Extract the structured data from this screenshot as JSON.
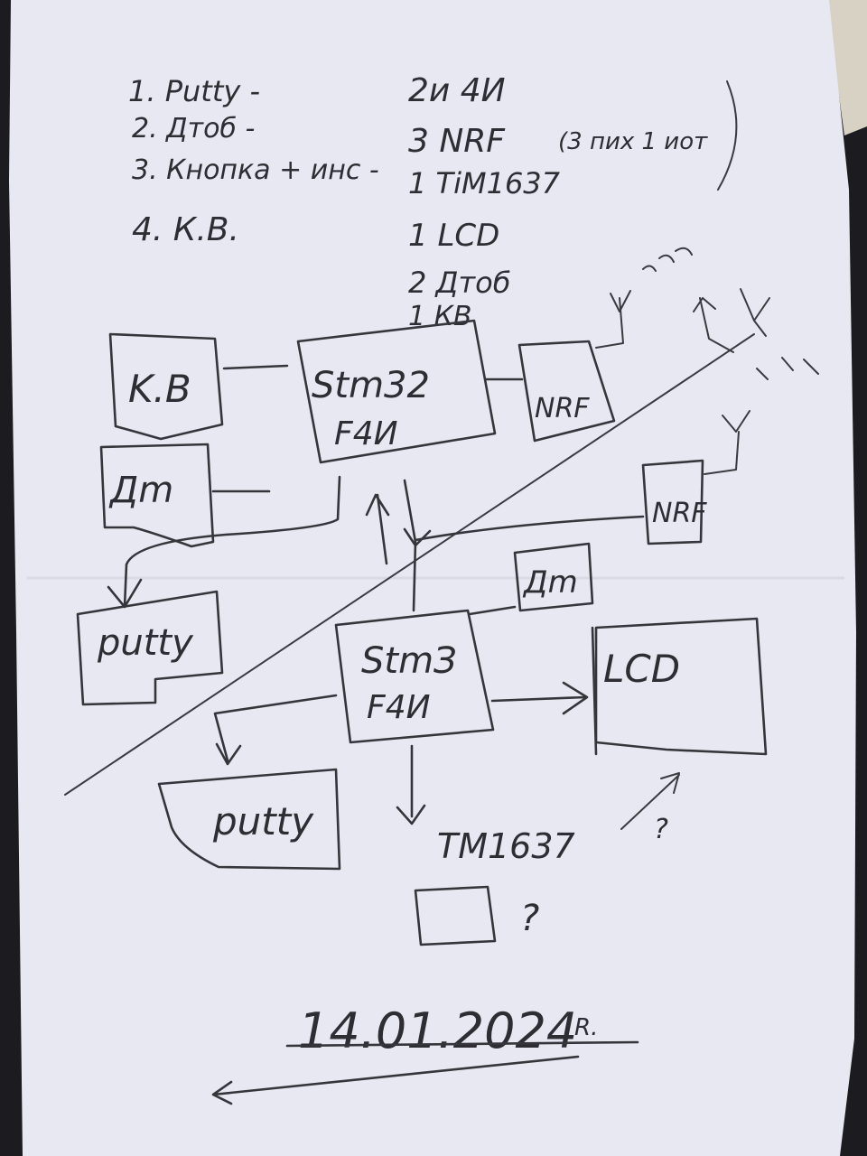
{
  "left_list": {
    "items": [
      "1. Putty -",
      "2. Дтоб -",
      "3. Кнопка + инс -",
      "4. К.В."
    ]
  },
  "right_list": {
    "items": [
      "2и 4И",
      "3 NRF",
      "1 TiM1637",
      "1 LCD",
      "2 Дтоб",
      "1 КВ"
    ],
    "nrf_note": "(3 пих 1 иот"
  },
  "upper_system": {
    "mcu_line1": "Stm32",
    "mcu_line2": "F4И",
    "kb_label": "K.B",
    "sensor_label": "Дm",
    "nrf_label": "NRF",
    "putty_label": "putty"
  },
  "lower_system": {
    "mcu_line1": "StmЗ",
    "mcu_line2": "F4И",
    "nrf_label": "NRF",
    "sensor_label": "Дm",
    "lcd_label": "LCD",
    "putty_label": "putty",
    "tm_label": "TM1637",
    "tm_question": "?",
    "tm_box_question": "?"
  },
  "footer": {
    "date": "14.01.2024",
    "suffix": "R."
  },
  "colors": {
    "paper": "#e7e8f1",
    "ink": "#35353b",
    "background": "#1c1b1f"
  }
}
